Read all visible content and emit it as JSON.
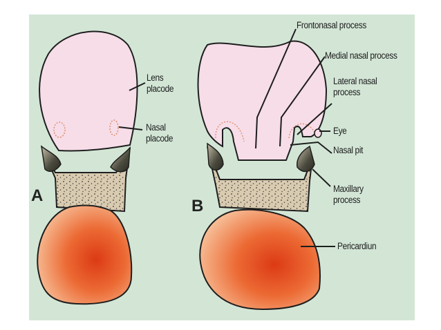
{
  "figure": {
    "colors": {
      "background": "#d3e6d6",
      "head_fill": "#f6dde8",
      "outline": "#1e1e1e",
      "mandible_fill": "#d9cbb0",
      "pericardium_center": "#e0401a",
      "pericardium_edge": "#f5b88e",
      "placode_dots": "#e09070"
    },
    "panels": [
      {
        "letter": "A",
        "labels": [
          {
            "id": "lens_placode",
            "line1": "Lens",
            "line2": "placode"
          },
          {
            "id": "nasal_placode",
            "line1": "Nasal",
            "line2": "placode"
          }
        ]
      },
      {
        "letter": "B",
        "labels": [
          {
            "id": "frontonasal_process",
            "line1": "Frontonasal process"
          },
          {
            "id": "medial_nasal_process",
            "line1": "Medial nasal process"
          },
          {
            "id": "lateral_nasal_process",
            "line1": "Lateral nasal",
            "line2": "process"
          },
          {
            "id": "eye",
            "line1": "Eye"
          },
          {
            "id": "nasal_pit",
            "line1": "Nasal pit"
          },
          {
            "id": "maxillary_process",
            "line1": "Maxillary",
            "line2": "process"
          },
          {
            "id": "pericardium",
            "line1": "Pericardiun"
          }
        ]
      }
    ]
  }
}
